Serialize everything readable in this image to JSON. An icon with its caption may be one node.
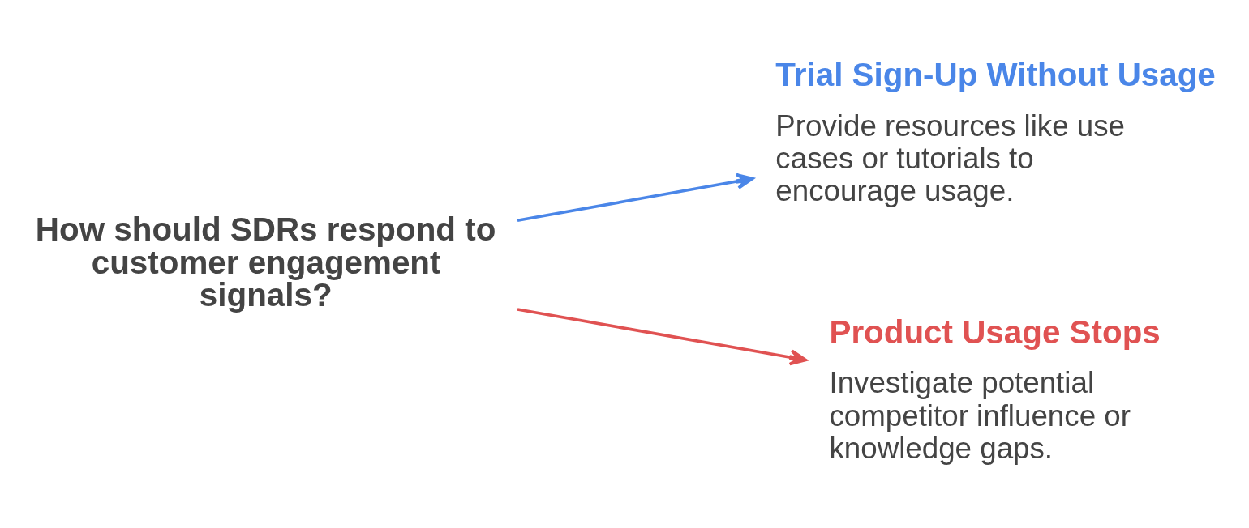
{
  "diagram": {
    "nodes": [
      {
        "text": [
          "How should SDRs respond to customer engagement signals?"
        ]
      },
      {
        "text": [
          "Trial Sign-Up Without Usage",
          "Provide resources like use cases or tutorials to encourage usage."
        ]
      },
      {
        "text": [
          "Product Usage Stops",
          "Investigate potential competitor influence or knowledge gaps."
        ]
      }
    ],
    "edges": [
      {
        "from": 0,
        "to": 1,
        "arrow": "to",
        "color": "#4a86e8"
      },
      {
        "from": 0,
        "to": 2,
        "arrow": "to",
        "color": "#e05252"
      }
    ]
  }
}
